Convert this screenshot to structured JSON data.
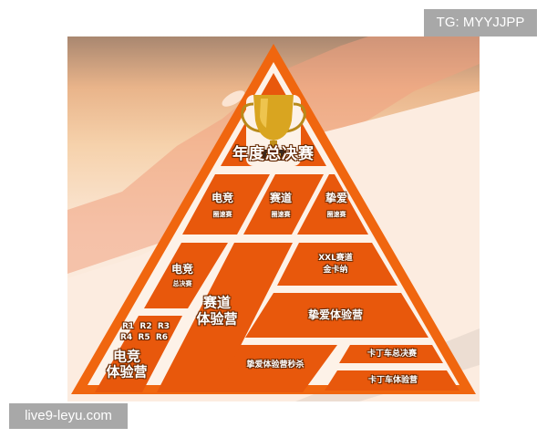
{
  "watermarks": {
    "top_right": "TG: MYYJJPP",
    "bottom_left": "live9-leyu.com"
  },
  "colors": {
    "block_orange": "#e8580c",
    "frame_orange": "#f0660f",
    "gap_cream": "#fdf2e8",
    "trophy_gold": "#d9a520"
  },
  "pyramid": {
    "top": {
      "icon": "trophy-icon",
      "title": "年度总决赛"
    },
    "tier2": [
      {
        "title": "电竞",
        "subtitle": "圈速赛"
      },
      {
        "title": "赛道",
        "subtitle": "圈速赛"
      },
      {
        "title": "挚爱",
        "subtitle": "圈速赛"
      }
    ],
    "esports_final": {
      "title": "电竞",
      "subtitle": "总决赛"
    },
    "track_experience": {
      "line1": "赛道",
      "line2": "体验营"
    },
    "xxl": {
      "line1": "XXL赛道",
      "line2": "金卡纳"
    },
    "love_camp": "挚爱体验营",
    "esports_camp": {
      "rounds_row1": "R1  R2  R3",
      "rounds_row2": "R4  R5  R6",
      "line1": "电竞",
      "line2": "体验营"
    },
    "love_flash": "挚爱体验营秒杀",
    "kart_final": "卡丁车总决赛",
    "kart_camp": "卡丁车体验营"
  }
}
